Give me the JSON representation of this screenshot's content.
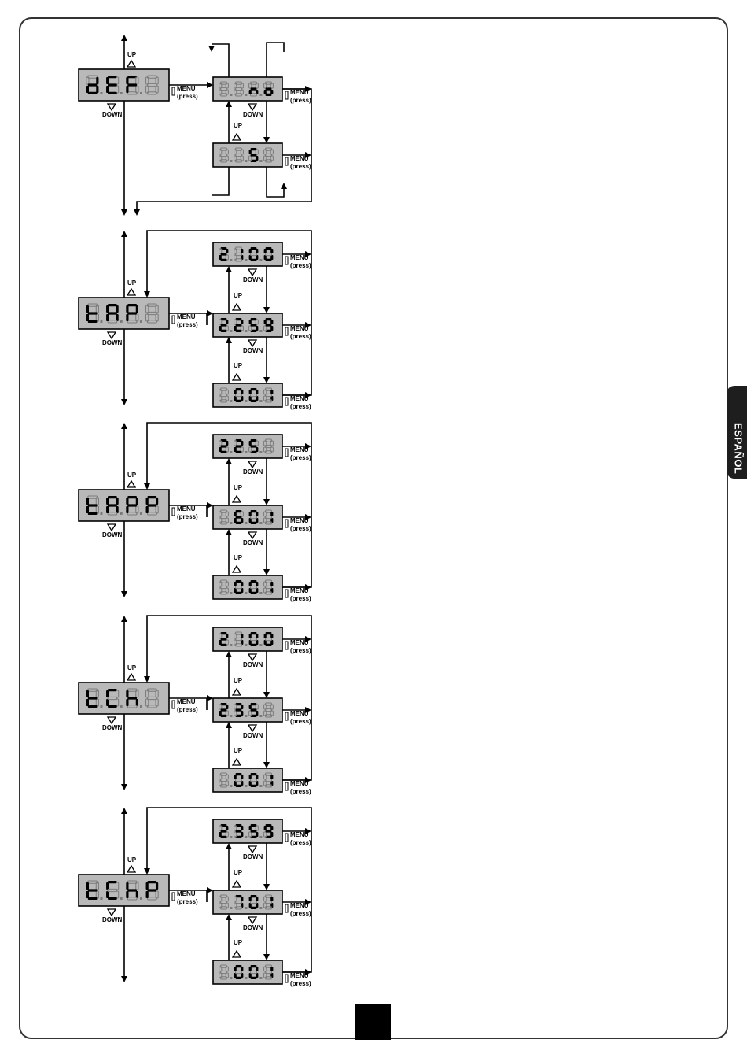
{
  "side_tab": "ESPAÑOL",
  "labels": {
    "up": "UP",
    "down": "DOWN",
    "menu": "MENU",
    "press": "(press)"
  },
  "colors": {
    "display_bg": "#b9b9b9",
    "segment_on": "#000000",
    "segment_off": "#7a7a7a",
    "tab_bg": "#1e1e1e"
  },
  "groups": [
    {
      "name": "def",
      "main": [
        "d",
        "E",
        "F",
        "8"
      ],
      "options": [
        [
          "8",
          "8",
          "n",
          "o"
        ],
        [
          "8",
          "8",
          "S",
          "8"
        ]
      ]
    },
    {
      "name": "tap",
      "main": [
        "t",
        "A",
        "P",
        "8"
      ],
      "options": [
        [
          "2",
          "1",
          "0",
          "0"
        ],
        [
          "2",
          "2",
          "5",
          "9"
        ],
        [
          "8",
          "0",
          "0",
          "1"
        ]
      ]
    },
    {
      "name": "tapp",
      "main": [
        "t",
        "A",
        "P",
        "P"
      ],
      "options": [
        [
          "2",
          "2",
          "5",
          "8"
        ],
        [
          "8",
          "6",
          "0",
          "1"
        ],
        [
          "8",
          "0",
          "0",
          "1"
        ]
      ]
    },
    {
      "name": "tch",
      "main": [
        "t",
        "C",
        "h",
        "8"
      ],
      "options": [
        [
          "2",
          "1",
          "0",
          "0"
        ],
        [
          "2",
          "3",
          "5",
          "8"
        ],
        [
          "8",
          "0",
          "0",
          "1"
        ]
      ]
    },
    {
      "name": "tchp",
      "main": [
        "t",
        "C",
        "h",
        "P"
      ],
      "options": [
        [
          "2",
          "3",
          "5",
          "9"
        ],
        [
          "8",
          "7",
          "0",
          "1"
        ],
        [
          "8",
          "0",
          "0",
          "1"
        ]
      ]
    }
  ]
}
